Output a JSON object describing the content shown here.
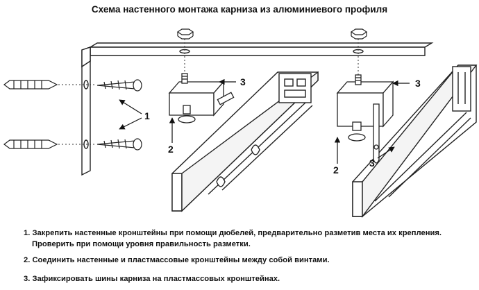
{
  "title": "Схема настенного монтажа карниза из алюминиевого профиля",
  "callouts": {
    "wall_bracket": "1",
    "plastic_bracket_left": "2",
    "rail_left": "3",
    "plastic_bracket_right": "2",
    "rail_right": "3",
    "hook_right": "3"
  },
  "steps": [
    {
      "line1": "1. Закрепить настенные кронштейны при помощи дюбелей, предварительно разметив места их крепления.",
      "line2": "Проверить при помощи уровня правильность разметки."
    },
    {
      "line1": "2. Соединить настенные и пластмассовые кронштейны между собой винтами."
    },
    {
      "line1": "3. Зафиксировать шины карниза на пластмассовых кронштейнах."
    }
  ]
}
